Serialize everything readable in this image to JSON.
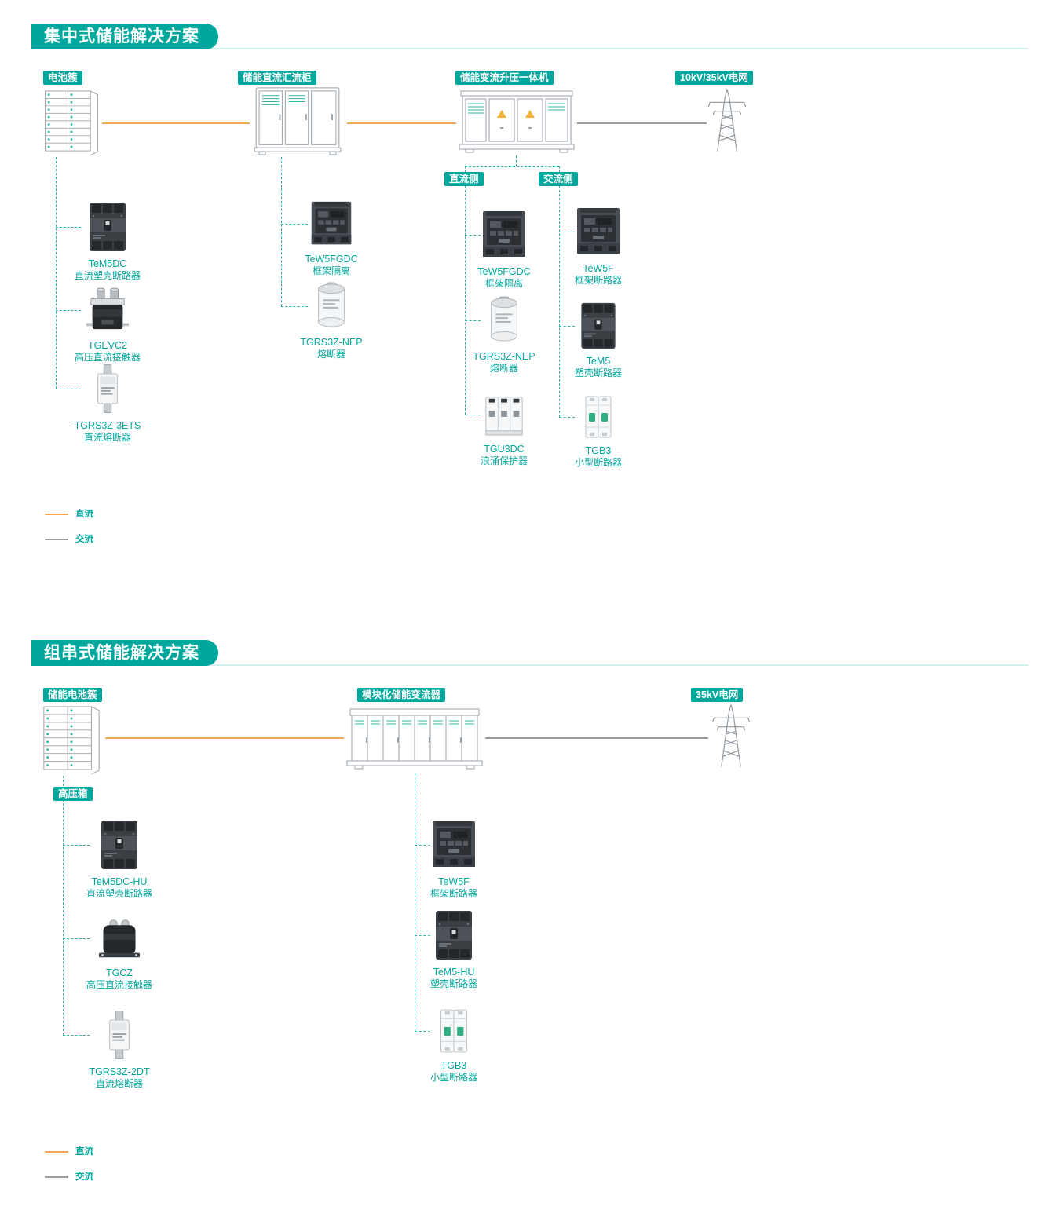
{
  "colors": {
    "teal": "#00A79D",
    "dc_orange": "#F0A85C",
    "ac_gray": "#9B9B9B"
  },
  "legend": {
    "dc": "直流",
    "ac": "交流"
  },
  "section1": {
    "title": "集中式储能解决方案",
    "nodes": {
      "battery": "电池簇",
      "combiner": "储能直流汇流柜",
      "converter": "储能变流升压一体机",
      "grid": "10kV/35kV电网"
    },
    "side_badges": {
      "dc": "直流侧",
      "ac": "交流侧"
    },
    "battery_products": [
      {
        "name": "TeM5DC",
        "desc": "直流塑壳断路器",
        "icon": "mccb-icon"
      },
      {
        "name": "TGEVC2",
        "desc": "高压直流接触器",
        "icon": "dc-contactor-icon"
      },
      {
        "name": "TGRS3Z-3ETS",
        "desc": "直流熔断器",
        "icon": "blade-fuse-icon"
      }
    ],
    "combiner_products": [
      {
        "name": "TeW5FGDC",
        "desc": "框架隔离",
        "icon": "frame-breaker-icon"
      },
      {
        "name": "TGRS3Z-NEP",
        "desc": "熔断器",
        "icon": "cylinder-fuse-icon"
      }
    ],
    "dc_side_products": [
      {
        "name": "TeW5FGDC",
        "desc": "框架隔离",
        "icon": "frame-breaker-icon"
      },
      {
        "name": "TGRS3Z-NEP",
        "desc": "熔断器",
        "icon": "cylinder-fuse-icon"
      },
      {
        "name": "TGU3DC",
        "desc": "浪涌保护器",
        "icon": "surge-protector-icon"
      }
    ],
    "ac_side_products": [
      {
        "name": "TeW5F",
        "desc": "框架断路器",
        "icon": "frame-breaker-icon"
      },
      {
        "name": "TeM5",
        "desc": "塑壳断路器",
        "icon": "mccb-icon"
      },
      {
        "name": "TGB3",
        "desc": "小型断路器",
        "icon": "mcb-icon"
      }
    ]
  },
  "section2": {
    "title": "组串式储能解决方案",
    "nodes": {
      "battery": "储能电池簇",
      "converter": "模块化储能变流器",
      "grid": "35kV电网"
    },
    "hv_box_badge": "高压箱",
    "battery_products": [
      {
        "name": "TeM5DC-HU",
        "desc": "直流塑壳断路器",
        "icon": "mccb-icon"
      },
      {
        "name": "TGCZ",
        "desc": "高压直流接触器",
        "icon": "dc-contactor-icon"
      },
      {
        "name": "TGRS3Z-2DT",
        "desc": "直流熔断器",
        "icon": "blade-fuse-icon"
      }
    ],
    "converter_products": [
      {
        "name": "TeW5F",
        "desc": "框架断路器",
        "icon": "frame-breaker-icon"
      },
      {
        "name": "TeM5-HU",
        "desc": "塑壳断路器",
        "icon": "mccb-icon"
      },
      {
        "name": "TGB3",
        "desc": "小型断路器",
        "icon": "mcb-icon"
      }
    ]
  }
}
